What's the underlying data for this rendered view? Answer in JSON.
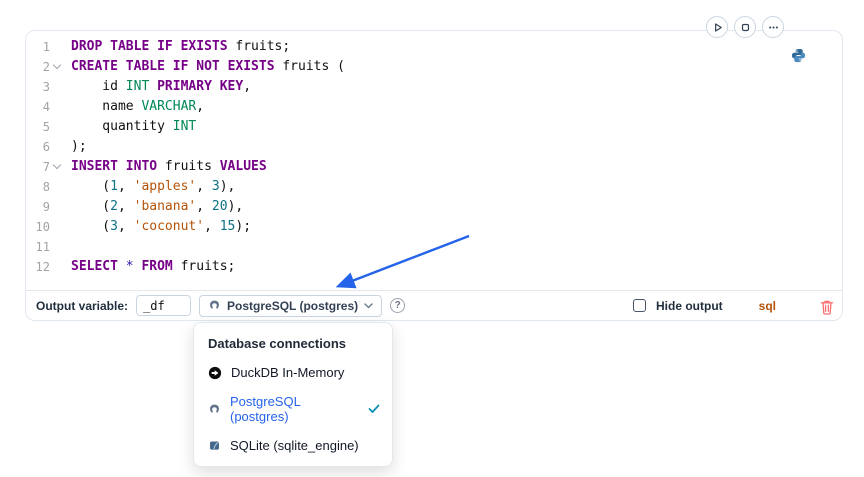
{
  "cell": {
    "actions": {
      "run": "run-cell",
      "stop": "stop-cell",
      "more": "more-actions"
    },
    "language_icon": "python"
  },
  "code": {
    "lines": [
      {
        "n": "1",
        "fold": false,
        "tokens": [
          [
            "DROP",
            "kw"
          ],
          [
            " ",
            "p"
          ],
          [
            "TABLE",
            "kw"
          ],
          [
            " ",
            "p"
          ],
          [
            "IF",
            "kw"
          ],
          [
            " ",
            "p"
          ],
          [
            "EXISTS",
            "kw"
          ],
          [
            " fruits;",
            "p"
          ]
        ]
      },
      {
        "n": "2",
        "fold": true,
        "tokens": [
          [
            "CREATE",
            "kw"
          ],
          [
            " ",
            "p"
          ],
          [
            "TABLE",
            "kw"
          ],
          [
            " ",
            "p"
          ],
          [
            "IF",
            "kw"
          ],
          [
            " ",
            "p"
          ],
          [
            "NOT",
            "kw"
          ],
          [
            " ",
            "p"
          ],
          [
            "EXISTS",
            "kw"
          ],
          [
            " fruits (",
            "p"
          ]
        ]
      },
      {
        "n": "3",
        "fold": false,
        "tokens": [
          [
            "    id ",
            "p"
          ],
          [
            "INT",
            "ty"
          ],
          [
            " ",
            "p"
          ],
          [
            "PRIMARY",
            "kw"
          ],
          [
            " ",
            "p"
          ],
          [
            "KEY",
            "kw"
          ],
          [
            ",",
            "p"
          ]
        ]
      },
      {
        "n": "4",
        "fold": false,
        "tokens": [
          [
            "    name ",
            "p"
          ],
          [
            "VARCHAR",
            "ty"
          ],
          [
            ",",
            "p"
          ]
        ]
      },
      {
        "n": "5",
        "fold": false,
        "tokens": [
          [
            "    quantity ",
            "p"
          ],
          [
            "INT",
            "ty"
          ]
        ]
      },
      {
        "n": "6",
        "fold": false,
        "tokens": [
          [
            ");",
            "p"
          ]
        ]
      },
      {
        "n": "7",
        "fold": true,
        "tokens": [
          [
            "INSERT",
            "kw"
          ],
          [
            " ",
            "p"
          ],
          [
            "INTO",
            "kw"
          ],
          [
            " fruits ",
            "p"
          ],
          [
            "VALUES",
            "kw"
          ]
        ]
      },
      {
        "n": "8",
        "fold": false,
        "tokens": [
          [
            "    (",
            "p"
          ],
          [
            "1",
            "num"
          ],
          [
            ", ",
            "p"
          ],
          [
            "'apples'",
            "str"
          ],
          [
            ", ",
            "p"
          ],
          [
            "3",
            "num"
          ],
          [
            "),",
            "p"
          ]
        ]
      },
      {
        "n": "9",
        "fold": false,
        "tokens": [
          [
            "    (",
            "p"
          ],
          [
            "2",
            "num"
          ],
          [
            ", ",
            "p"
          ],
          [
            "'banana'",
            "str"
          ],
          [
            ", ",
            "p"
          ],
          [
            "20",
            "num"
          ],
          [
            "),",
            "p"
          ]
        ]
      },
      {
        "n": "10",
        "fold": false,
        "tokens": [
          [
            "    (",
            "p"
          ],
          [
            "3",
            "num"
          ],
          [
            ", ",
            "p"
          ],
          [
            "'coconut'",
            "str"
          ],
          [
            ", ",
            "p"
          ],
          [
            "15",
            "num"
          ],
          [
            ");",
            "p"
          ]
        ]
      },
      {
        "n": "11",
        "fold": false,
        "tokens": []
      },
      {
        "n": "12",
        "fold": false,
        "tokens": [
          [
            "SELECT",
            "kw"
          ],
          [
            " ",
            "p"
          ],
          [
            "*",
            "op"
          ],
          [
            " ",
            "p"
          ],
          [
            "FROM",
            "kw"
          ],
          [
            " fruits;",
            "p"
          ]
        ]
      }
    ]
  },
  "footer": {
    "output_variable_label": "Output variable:",
    "output_variable_value": "_df",
    "connection_selected": "PostgreSQL (postgres)",
    "help_glyph": "?",
    "hide_output_label": "Hide output",
    "language_badge": "sql"
  },
  "menu": {
    "title": "Database connections",
    "items": [
      {
        "label": "DuckDB In-Memory",
        "icon": "duckdb-icon",
        "selected": false
      },
      {
        "label": "PostgreSQL (postgres)",
        "icon": "postgresql-icon",
        "selected": true
      },
      {
        "label": "SQLite (sqlite_engine)",
        "icon": "sqlite-icon",
        "selected": false
      }
    ]
  },
  "colors": {
    "accent_blue": "#2563eb",
    "keyword": "#770088",
    "string": "#b45309",
    "number": "#0b7285",
    "type": "#008855",
    "danger": "#f87171",
    "check": "#0891b2"
  }
}
